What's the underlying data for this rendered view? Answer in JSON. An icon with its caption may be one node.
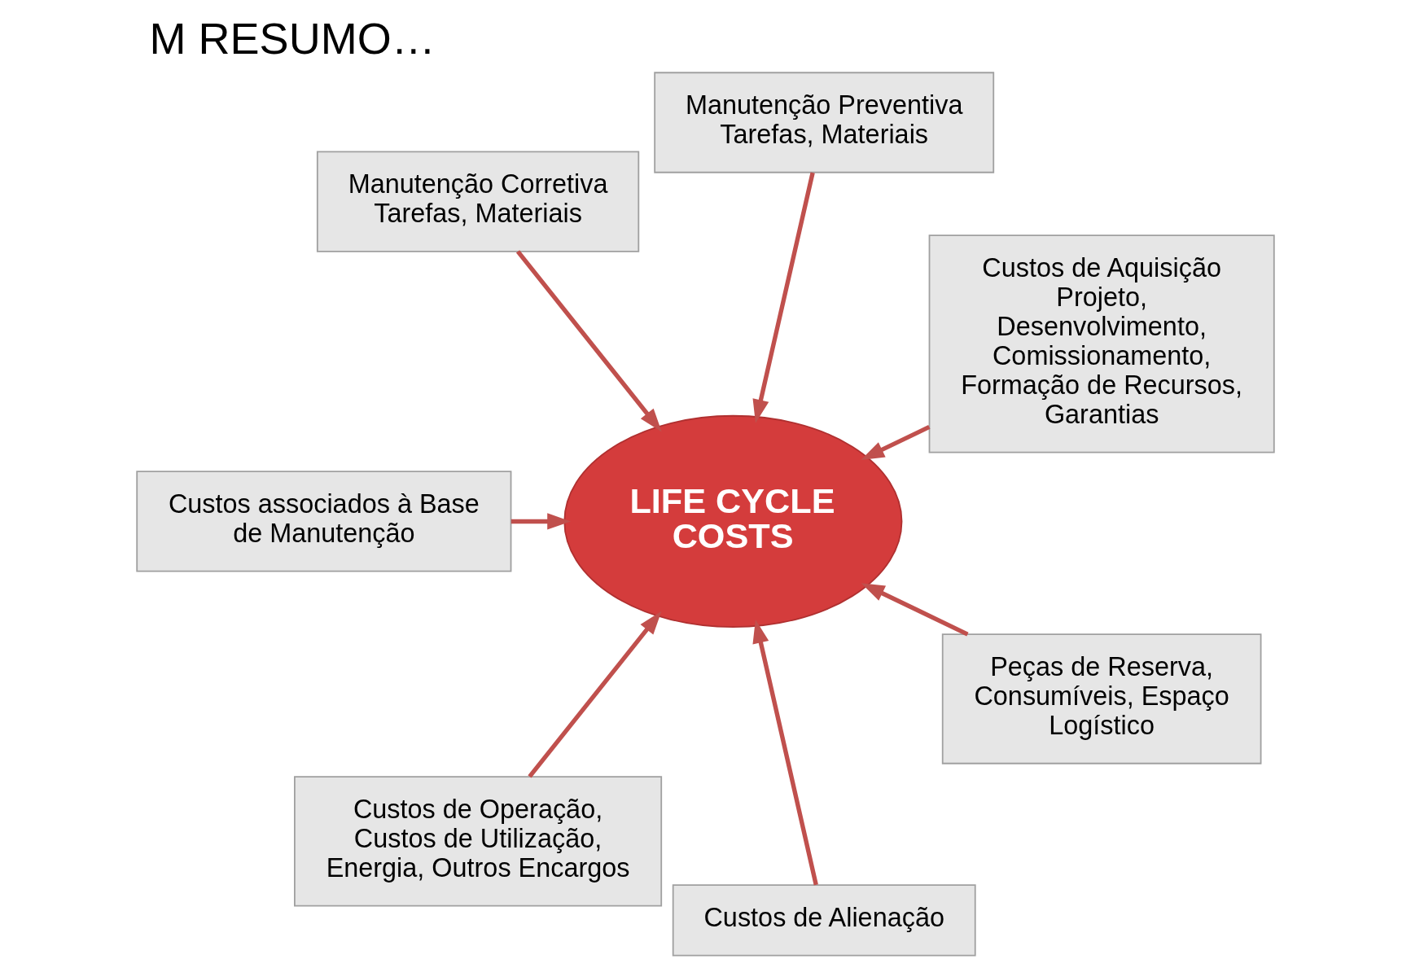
{
  "diagram": {
    "title": "M RESUMO…",
    "nodes": [
      {
        "text": [
          "LIFE CYCLE COSTS"
        ]
      },
      {
        "text": [
          "Custos de Aquisição",
          "Projeto, Desenvolvimento, Comissionamento, Formação de Recursos, Garantias"
        ]
      },
      {
        "text": [
          "Manutenção Preventiva",
          "Tarefas, Materiais"
        ]
      },
      {
        "text": [
          "Manutenção Corretiva",
          "Tarefas, Materiais"
        ]
      },
      {
        "text": [
          "Custos associados à Base de Manutenção"
        ]
      },
      {
        "text": [
          "Custos de Operação, Custos de Utilização, Energia, Outros Encargos"
        ]
      },
      {
        "text": [
          "Custos de Alienação"
        ]
      },
      {
        "text": [
          "Peças de Reserva, Consumíveis, Espaço Logístico"
        ]
      }
    ],
    "edges": [
      {
        "from": 1,
        "to": 0,
        "arrow": "to"
      },
      {
        "from": 2,
        "to": 0,
        "arrow": "to"
      },
      {
        "from": 3,
        "to": 0,
        "arrow": "to"
      },
      {
        "from": 4,
        "to": 0,
        "arrow": "to"
      },
      {
        "from": 5,
        "to": 0,
        "arrow": "to"
      },
      {
        "from": 6,
        "to": 0,
        "arrow": "to"
      },
      {
        "from": 7,
        "to": 0,
        "arrow": "to"
      }
    ]
  }
}
